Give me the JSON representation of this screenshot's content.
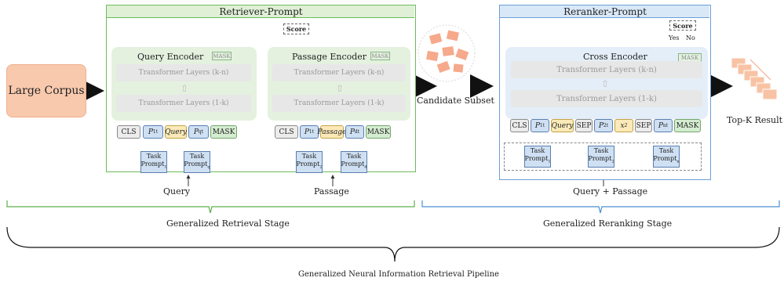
{
  "large_corpus": "Large Corpus",
  "retriever": {
    "title": "Retriever-Prompt",
    "score": "Score",
    "query_encoder": {
      "title": "Query Encoder",
      "mask_small": "MASK",
      "layer_top": "Transformer Layers (k-n)",
      "layer_bottom": "Transformer Layers (1-k)",
      "tokens": [
        "CLS",
        "P",
        "Query",
        "P",
        "MASK"
      ],
      "tok_sub": [
        "1",
        "q"
      ],
      "tok_sup": [
        "t",
        "t"
      ]
    },
    "passage_encoder": {
      "title": "Passage Encoder",
      "mask_small": "MASK",
      "layer_top": "Transformer Layers (k-n)",
      "layer_bottom": "Transformer Layers (1-k)",
      "tokens": [
        "CLS",
        "P",
        "Passage",
        "P",
        "MASK"
      ],
      "tok_sub": [
        "1",
        "d"
      ],
      "tok_sup": [
        "t",
        "t"
      ]
    },
    "task_prompts_query": [
      {
        "line1": "Task",
        "line2": "Prompt",
        "sub": "1"
      },
      {
        "line1": "Task",
        "line2": "Prompt",
        "sub": "q"
      }
    ],
    "task_prompts_passage": [
      {
        "line1": "Task",
        "line2": "Prompt",
        "sub": "2"
      },
      {
        "line1": "Task",
        "line2": "Prompt",
        "sub": "d"
      }
    ],
    "query_label": "Query",
    "passage_label": "Passage"
  },
  "candidate_subset": "Candidate Subset",
  "reranker": {
    "title": "Reranker-Prompt",
    "score": "Score",
    "yes": "Yes",
    "no": "No",
    "mask_small": "MASK",
    "cross_encoder": "Cross Encoder",
    "layer_top": "Transformer Layers (k-n)",
    "layer_bottom": "Transformer Layers (1-k)",
    "tokens": [
      "CLS",
      "P",
      "Query",
      "SEP",
      "P",
      "x",
      "SEP",
      "P",
      "MASK"
    ],
    "tok_sub": [
      "1",
      "2",
      "2",
      "n"
    ],
    "tok_sup": [
      "t",
      "t",
      "t"
    ],
    "task_prompts": [
      {
        "line1": "Task",
        "line2": "Prompt",
        "sub": "1"
      },
      {
        "line1": "Task",
        "line2": "Prompt",
        "sub": "2"
      },
      {
        "line1": "Task",
        "line2": "Prompt",
        "sub": "n"
      }
    ],
    "input_label": "Query + Passage"
  },
  "topk": "Top-K Result",
  "stage_retrieval": "Generalized Retrieval Stage",
  "stage_reranking": "Generalized Reranking Stage",
  "pipeline": "Generalized Neural Information Retrieval Pipeline",
  "colors": {
    "retriever_border": "#6dbb5a",
    "retriever_header": "#dff0d6",
    "reranker_border": "#6a9fd8",
    "reranker_header": "#d9e8f7",
    "corpus": "#f8c9ad",
    "candidate_icons": "#f6a98b"
  }
}
